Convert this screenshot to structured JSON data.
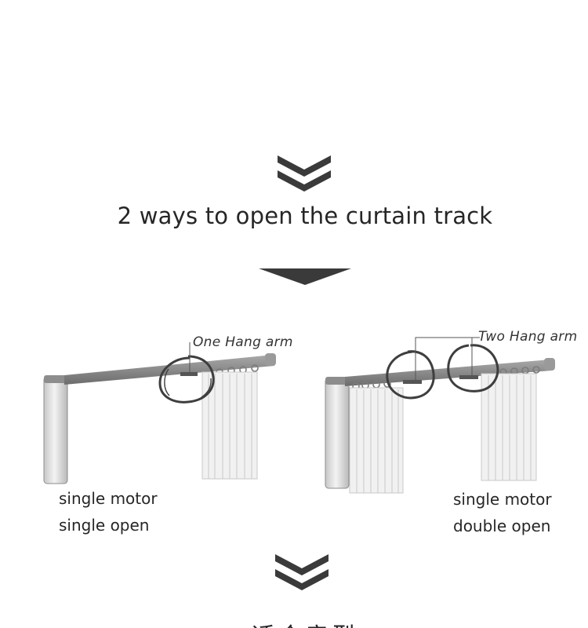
{
  "heading": "2 ways to open the curtain track",
  "illustrations": {
    "left": {
      "callout": "One Hang arm",
      "caption_line1": "single motor",
      "caption_line2": "single open"
    },
    "right": {
      "callout": "Two Hang arm",
      "caption_line1": "single motor",
      "caption_line2": "double open"
    }
  },
  "footer_heading": "适合房型",
  "colors": {
    "icon_dark": "#3a3a3a",
    "track_gray": "#8f8f8f",
    "curtain_fill": "#f1f1f1"
  },
  "icons": [
    "double-chevron-down-icon",
    "triangle-down-icon"
  ]
}
